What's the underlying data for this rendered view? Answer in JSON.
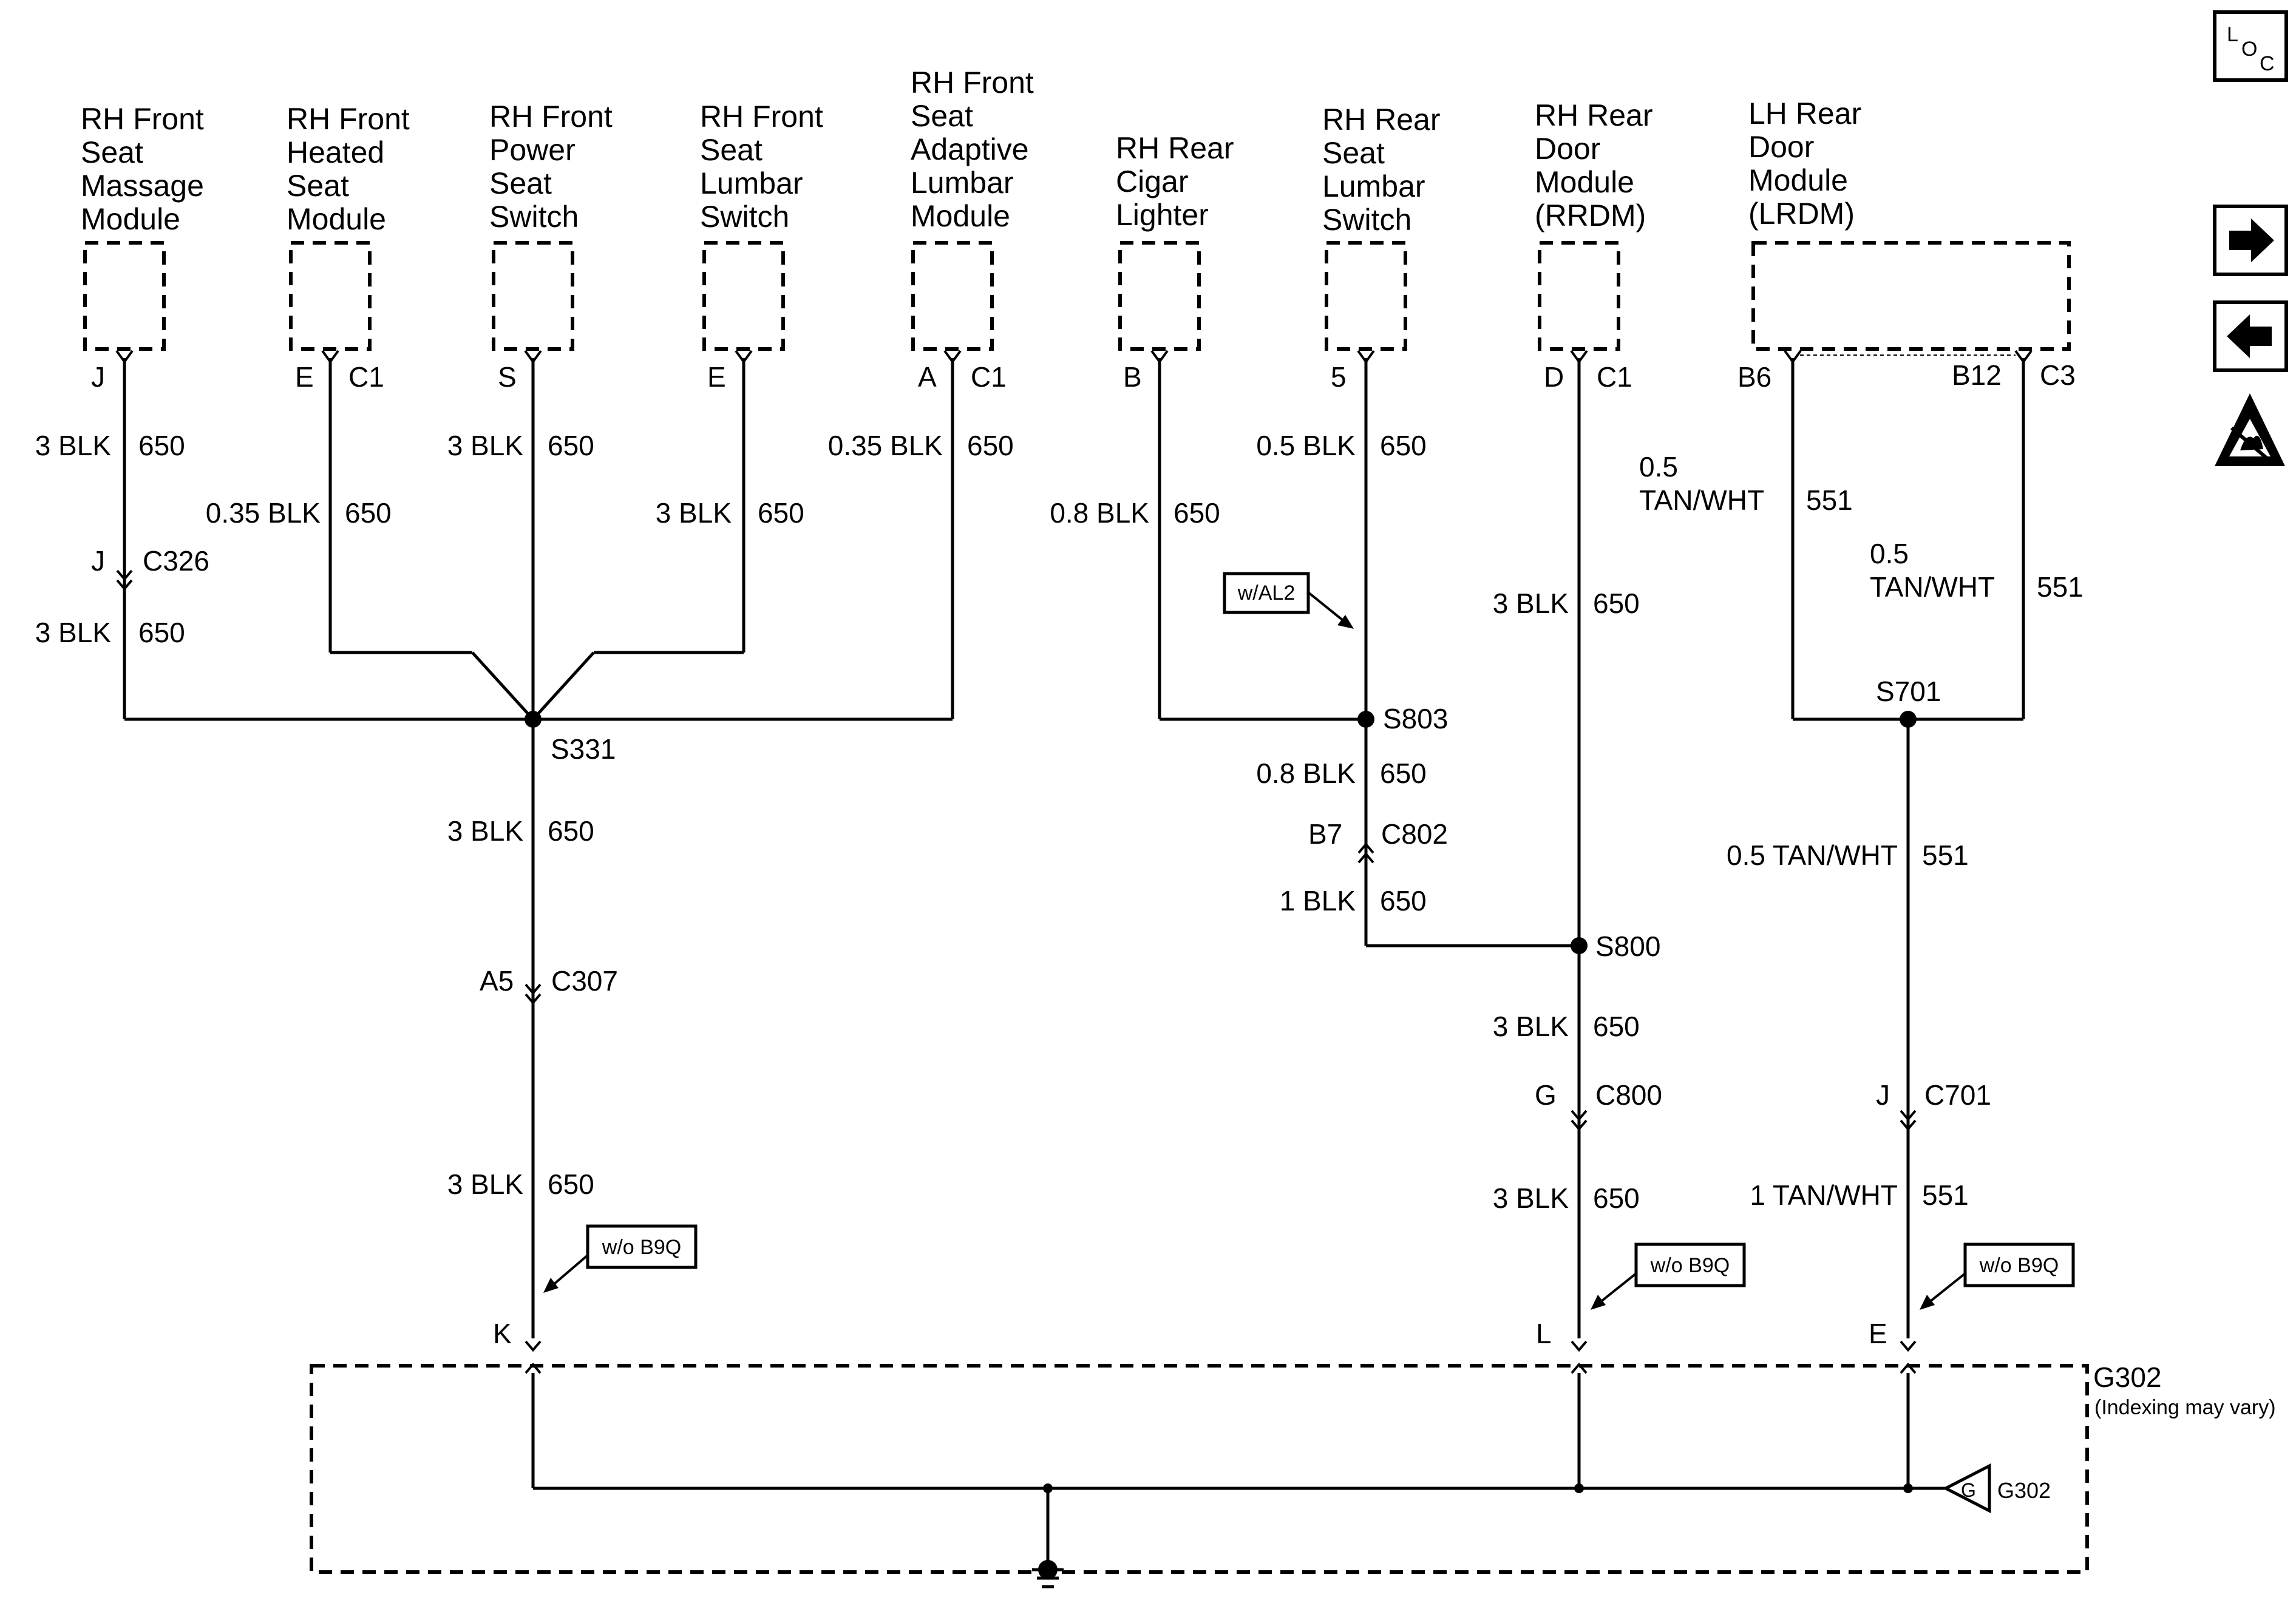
{
  "components": {
    "massage": [
      "RH Front",
      "Seat",
      "Massage",
      "Module"
    ],
    "heated": [
      "RH Front",
      "Heated",
      "Seat",
      "Module"
    ],
    "power": [
      "RH Front",
      "Power",
      "Seat",
      "Switch"
    ],
    "lumbar": [
      "RH Front",
      "Seat",
      "Lumbar",
      "Switch"
    ],
    "adaptive": [
      "RH Front",
      "Seat",
      "Adaptive",
      "Lumbar",
      "Module"
    ],
    "cigar": [
      "RH Rear",
      "Cigar",
      "Lighter"
    ],
    "rear_lumbar": [
      "RH Rear",
      "Seat",
      "Lumbar",
      "Switch"
    ],
    "rrdm": [
      "RH Rear",
      "Door",
      "Module",
      "(RRDM)"
    ],
    "lrdm": [
      "LH Rear",
      "Door",
      "Module",
      "(LRDM)"
    ]
  },
  "pins": {
    "massage_pin": "J",
    "heated_pin": "E",
    "heated_conn": "C1",
    "power_pin": "S",
    "lumbar_pin": "E",
    "adaptive_pin": "A",
    "adaptive_conn": "C1",
    "cigar_pin": "B",
    "rear_lumbar_pin": "5",
    "rrdm_pin": "D",
    "rrdm_conn": "C1",
    "lrdm_pin1": "B6",
    "lrdm_pin2": "B12",
    "lrdm_conn": "C3"
  },
  "wires": {
    "w_massage_size": "3 BLK",
    "w_massage_circuit": "650",
    "w_massage2_size": "3 BLK",
    "w_massage2_circuit": "650",
    "w_heated_size": "0.35 BLK",
    "w_heated_circuit": "650",
    "w_power_size": "3 BLK",
    "w_power_circuit": "650",
    "w_lumbar_size": "3 BLK",
    "w_lumbar_circuit": "650",
    "w_adaptive_size": "0.35 BLK",
    "w_adaptive_circuit": "650",
    "w_s331_size": "3 BLK",
    "w_s331_circuit": "650",
    "w_c307_size": "3 BLK",
    "w_c307_circuit": "650",
    "w_cigar_size": "0.8 BLK",
    "w_cigar_circuit": "650",
    "w_rear_lumbar_size": "0.5 BLK",
    "w_rear_lumbar_circuit": "650",
    "w_s803_size": "0.8 BLK",
    "w_s803_circuit": "650",
    "w_c802_size": "1 BLK",
    "w_c802_circuit": "650",
    "w_rrdm_size": "3 BLK",
    "w_rrdm_circuit": "650",
    "w_s800_size": "3 BLK",
    "w_s800_circuit": "650",
    "w_c800_size": "3 BLK",
    "w_c800_circuit": "650",
    "w_lrdm1_size_a": "0.5",
    "w_lrdm1_size_b": "TAN/WHT",
    "w_lrdm1_circuit": "551",
    "w_lrdm2_size_a": "0.5",
    "w_lrdm2_size_b": "TAN/WHT",
    "w_lrdm2_circuit": "551",
    "w_s701_size": "0.5 TAN/WHT",
    "w_s701_circuit": "551",
    "w_c701_size": "1 TAN/WHT",
    "w_c701_circuit": "551"
  },
  "connectors": {
    "c326_pin": "J",
    "c326": "C326",
    "c307_pin": "A5",
    "c307": "C307",
    "c802_pin": "B7",
    "c802": "C802",
    "c800_pin": "G",
    "c800": "C800",
    "c701_pin": "J",
    "c701": "C701",
    "g_pin_k": "K",
    "g_pin_l": "L",
    "g_pin_e": "E"
  },
  "splices": {
    "s331": "S331",
    "s803": "S803",
    "s800": "S800",
    "s701": "S701"
  },
  "options": {
    "wal2": "w/AL2",
    "wob9q_1": "w/o B9Q",
    "wob9q_2": "w/o B9Q",
    "wob9q_3": "w/o B9Q"
  },
  "ground": {
    "label": "G302",
    "note": "(Indexing may vary)",
    "symbol_letter": "G",
    "symbol_label": "G302"
  },
  "nav": {
    "loc_l": "L",
    "loc_o": "O",
    "loc_c": "C",
    "next_icon": "arrow-right-icon",
    "prev_icon": "arrow-left-icon",
    "esd_icon": "esd-warning-icon"
  }
}
